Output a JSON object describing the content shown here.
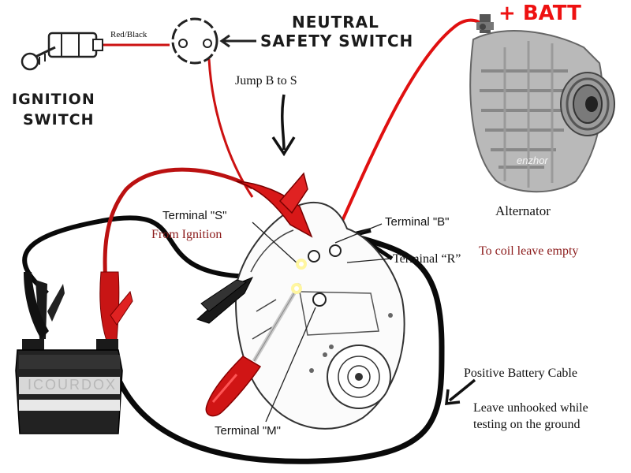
{
  "labels": {
    "wire_red_black": "Red/Black",
    "ignition_switch_line1": "IGNITION",
    "ignition_switch_line2": "SWITCH",
    "neutral_safety_line1": "NEUTRAL",
    "neutral_safety_line2": "SAFETY SWITCH",
    "jump": "Jump B to S",
    "plus_batt": "+ BATT",
    "alternator": "Alternator",
    "terminal_s": "Terminal \"S\"",
    "from_ignition": "From Ignition",
    "terminal_b": "Terminal \"B\"",
    "terminal_r": "Terminal “R”",
    "to_coil": "To coil leave empty",
    "positive_cable": "Positive Battery Cable",
    "leave_unhooked_line1": "Leave unhooked while",
    "leave_unhooked_line2": "testing on the ground",
    "terminal_m": "Terminal \"M\"",
    "watermark_alt": "enzhor",
    "watermark_battery": "ICOURDOX"
  },
  "colors": {
    "red_wire": "#cc1111",
    "black_wire": "#0a0a0a",
    "label_red": "#8b1a1a",
    "batt_red": "#ee1111"
  }
}
